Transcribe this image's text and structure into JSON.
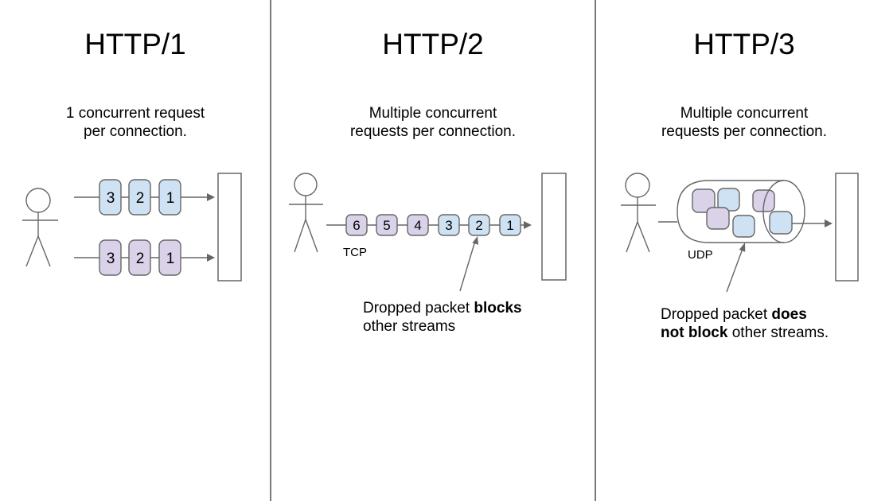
{
  "canvas": {
    "background": "#ffffff"
  },
  "colors": {
    "blue_packet": "#cfe2f3",
    "purple_packet": "#d9d2e9",
    "packet_border": "#666666",
    "line": "#666666",
    "divider": "#7a7a7a",
    "text": "#000000"
  },
  "columns": [
    {
      "title": "HTTP/1",
      "subtitle": "1 concurrent request\nper connection.",
      "streams": [
        {
          "packets": [
            {
              "label": "3",
              "fill": "#cfe2f3"
            },
            {
              "label": "2",
              "fill": "#cfe2f3"
            },
            {
              "label": "1",
              "fill": "#cfe2f3"
            }
          ]
        },
        {
          "packets": [
            {
              "label": "3",
              "fill": "#d9d2e9"
            },
            {
              "label": "2",
              "fill": "#d9d2e9"
            },
            {
              "label": "1",
              "fill": "#d9d2e9"
            }
          ]
        }
      ]
    },
    {
      "title": "HTTP/2",
      "subtitle": "Multiple concurrent\nrequests per connection.",
      "protocol_label": "TCP",
      "stream": {
        "packets": [
          {
            "label": "6",
            "fill": "#d9d2e9"
          },
          {
            "label": "5",
            "fill": "#d9d2e9"
          },
          {
            "label": "4",
            "fill": "#d9d2e9"
          },
          {
            "label": "3",
            "fill": "#cfe2f3"
          },
          {
            "label": "2",
            "fill": "#cfe2f3"
          },
          {
            "label": "1",
            "fill": "#cfe2f3"
          }
        ]
      },
      "annotation": {
        "pre": "Dropped packet ",
        "bold": "blocks",
        "post": "other streams"
      }
    },
    {
      "title": "HTTP/3",
      "subtitle": "Multiple concurrent\nrequests per connection.",
      "protocol_label": "UDP",
      "packets": [
        {
          "fill": "#d9d2e9"
        },
        {
          "fill": "#cfe2f3"
        },
        {
          "fill": "#d9d2e9"
        },
        {
          "fill": "#d9d2e9"
        },
        {
          "fill": "#cfe2f3"
        },
        {
          "fill": "#cfe2f3"
        }
      ],
      "annotation": {
        "pre": "Dropped packet ",
        "bold_line1": "does",
        "bold_line2": "not block",
        "post": " other streams."
      }
    }
  ]
}
